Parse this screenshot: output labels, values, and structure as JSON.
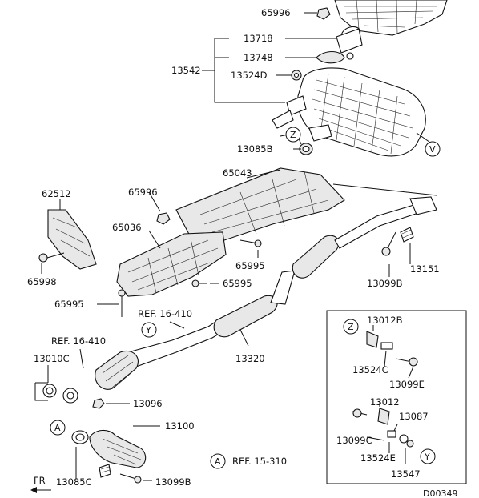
{
  "labels": {
    "p65996_top": "65996",
    "p13718": "13718",
    "p13542": "13542",
    "p13748": "13748",
    "p13524D": "13524D",
    "p13085B": "13085B",
    "p65043": "65043",
    "p62512": "62512",
    "p65996_mid": "65996",
    "p65036": "65036",
    "p13151": "13151",
    "p13099B_right": "13099B",
    "p65995_a": "65995",
    "p65998": "65998",
    "p65995_b": "65995",
    "p65995_c": "65995",
    "ref16_410_a": "REF. 16-410",
    "ref16_410_b": "REF. 16-410",
    "p13320": "13320",
    "p13010C": "13010C",
    "p13096": "13096",
    "p13100": "13100",
    "ref15_310": "REF. 15-310",
    "p13085C": "13085C",
    "p13099B_bottom": "13099B",
    "fr": "FR",
    "p13012B": "13012B",
    "p13524C": "13524C",
    "p13099E": "13099E",
    "p13012": "13012",
    "p13087": "13087",
    "p13099C": "13099C",
    "p13524E": "13524E",
    "p13547": "13547",
    "diagram_code": "D00349"
  },
  "callouts": {
    "Z_top": "Z",
    "V": "V",
    "Y_mid": "Y",
    "A_left": "A",
    "A_ref": "A",
    "Z_box": "Z",
    "Y_box": "Y"
  }
}
